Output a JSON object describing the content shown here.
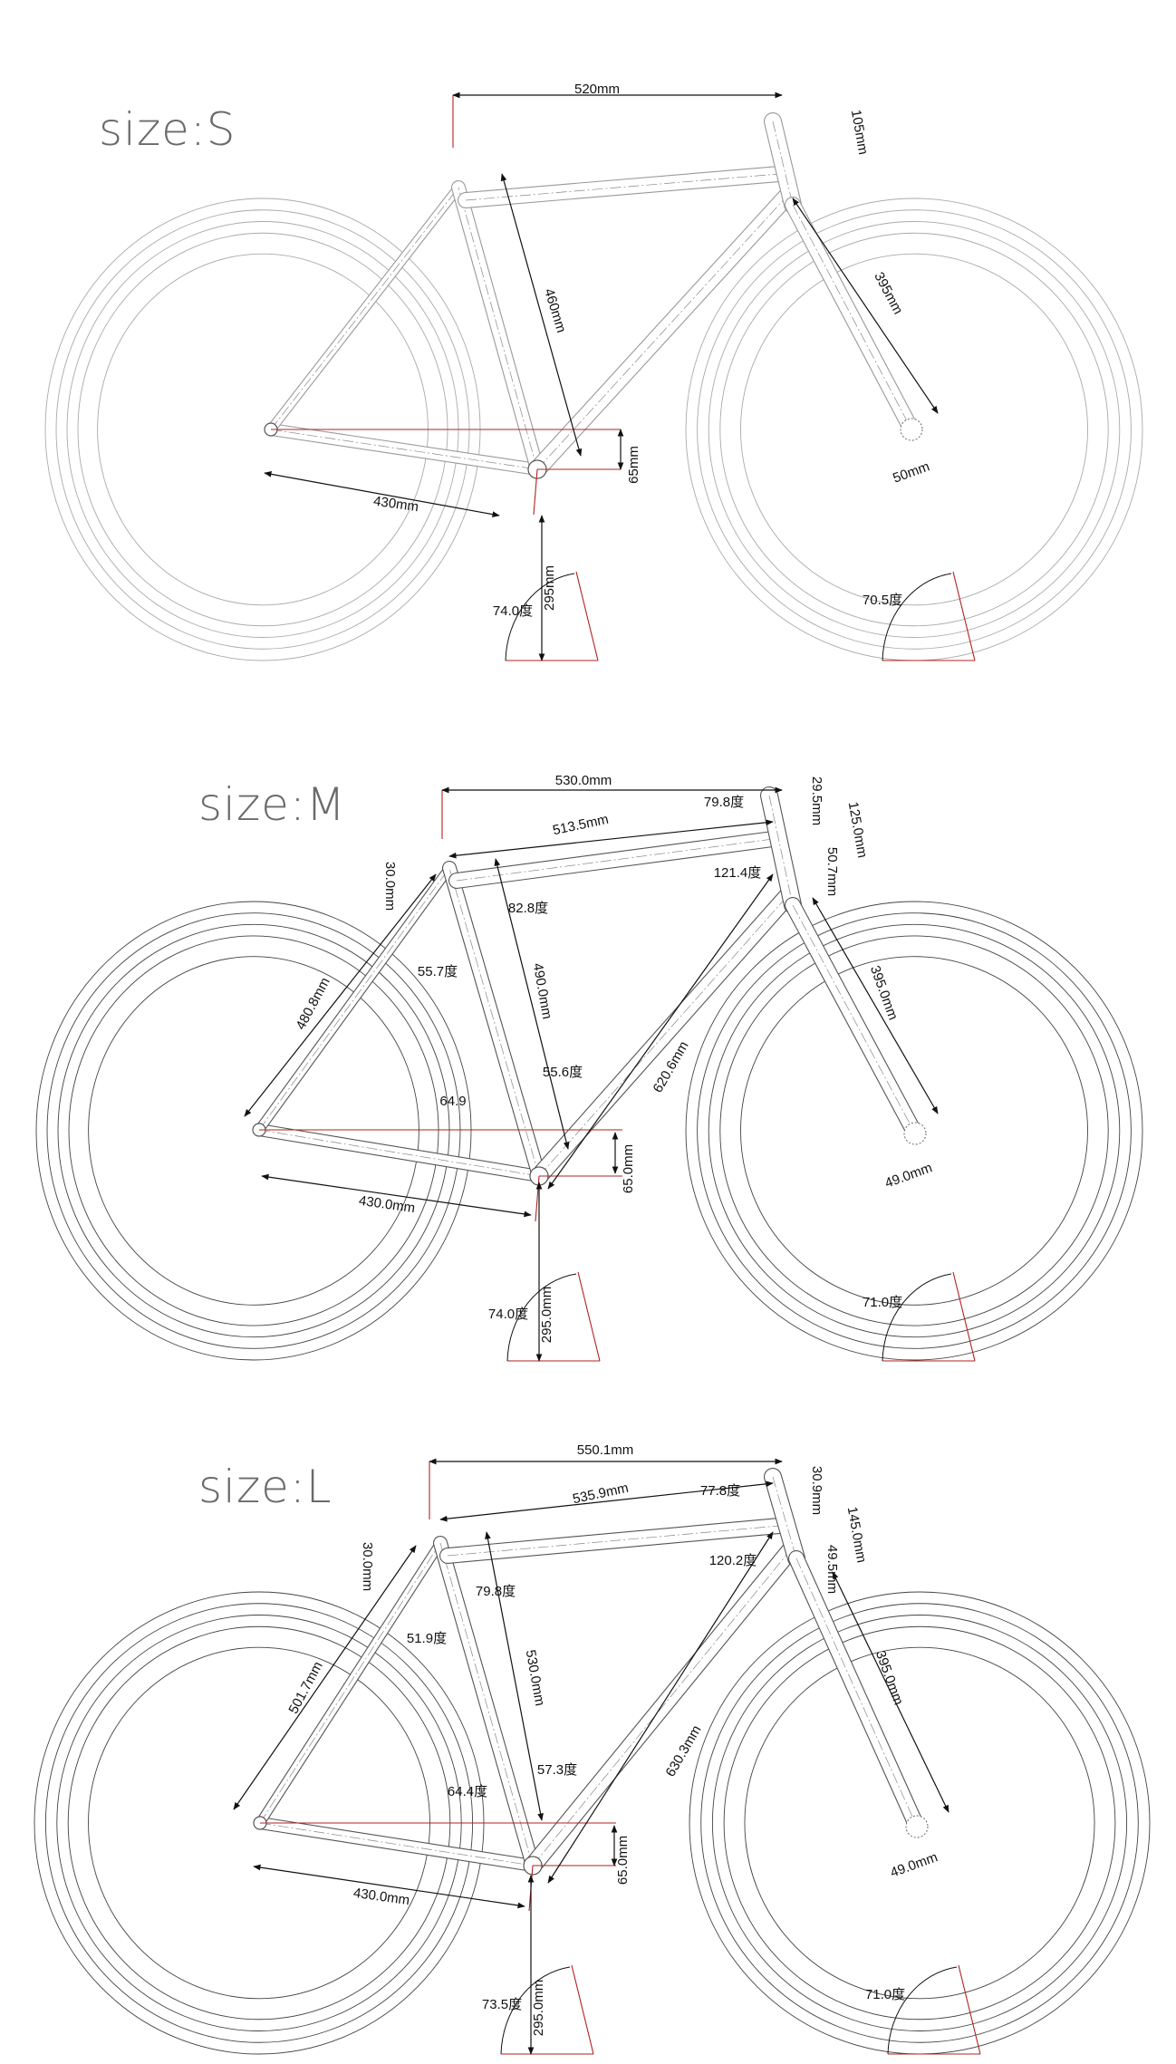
{
  "panels": [
    {
      "title": "size:S",
      "labels": [
        "520mm",
        "105mm",
        "460mm",
        "395mm",
        "430mm",
        "65mm",
        "50mm",
        "295mm",
        "74.0度",
        "70.5度"
      ]
    },
    {
      "title": "size:M",
      "labels": [
        "530.0mm",
        "79.8度",
        "29.5mm",
        "125.0mm",
        "513.5mm",
        "30.0mm",
        "82.8度",
        "121.4度",
        "50.7mm",
        "55.7度",
        "490.0mm",
        "395.0mm",
        "480.8mm",
        "55.6度",
        "620.6mm",
        "64.9",
        "65.0mm",
        "49.0mm",
        "430.0mm",
        "295.0mm",
        "74.0度",
        "71.0度"
      ]
    },
    {
      "title": "size:L",
      "labels": [
        "550.1mm",
        "535.9mm",
        "77.8度",
        "30.9mm",
        "145.0mm",
        "30.0mm",
        "120.2度",
        "49.5mm",
        "79.8度",
        "51.9度",
        "530.0mm",
        "395.0mm",
        "501.7mm",
        "57.3度",
        "630.3mm",
        "64.4度",
        "65.0mm",
        "49.0mm",
        "430.0mm",
        "295.0mm",
        "73.5度",
        "71.0度"
      ]
    }
  ],
  "colors": {
    "geometry_red": "#b22222",
    "frame_gray": "#9a9a9a",
    "dimension_black": "#111111"
  }
}
